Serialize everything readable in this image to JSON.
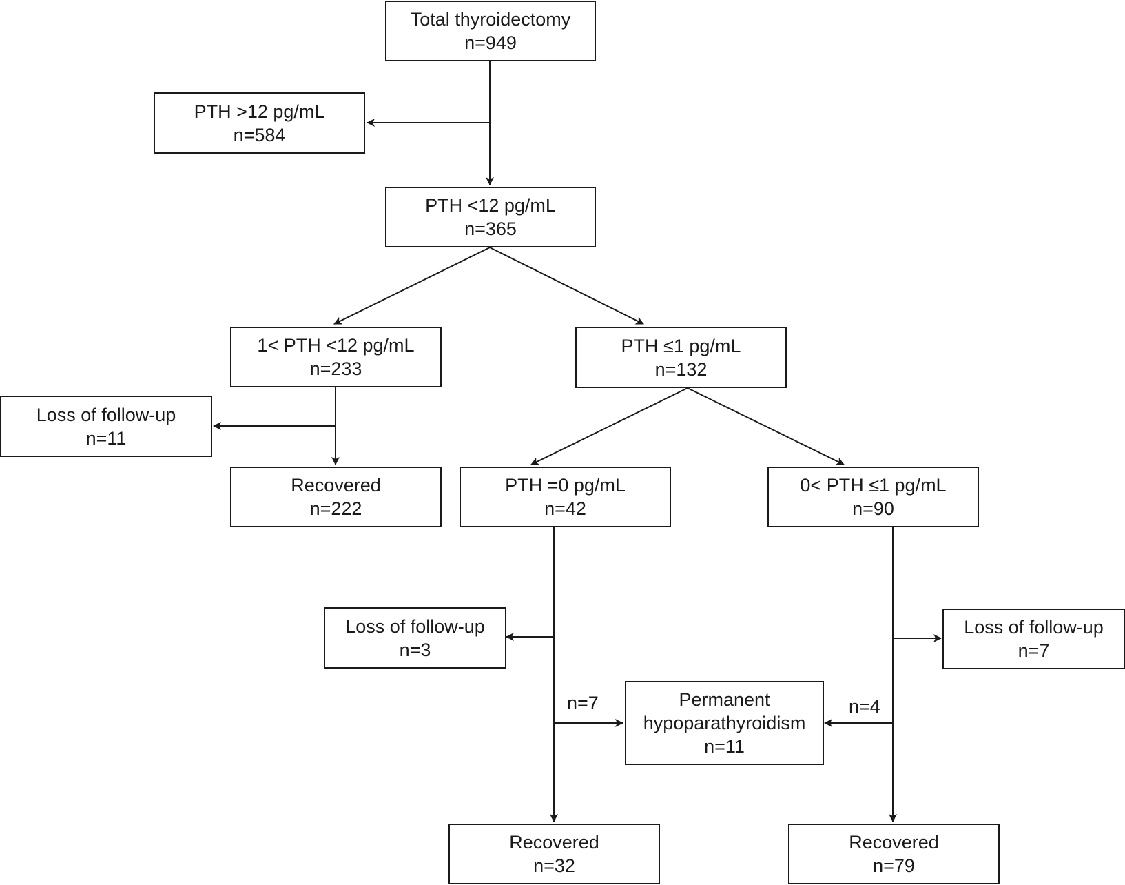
{
  "nodes": {
    "total": {
      "line1": "Total thyroidectomy",
      "line2": "n=949"
    },
    "pth_gt12": {
      "line1": "PTH >12 pg/mL",
      "line2": "n=584"
    },
    "pth_lt12": {
      "line1": "PTH <12 pg/mL",
      "line2": "n=365"
    },
    "pth_1_12": {
      "line1": "1< PTH <12 pg/mL",
      "line2": "n=233"
    },
    "pth_le1": {
      "line1": "PTH ≤1 pg/mL",
      "line2": "n=132"
    },
    "loss_a": {
      "line1": "Loss of follow-up",
      "line2": "n=11"
    },
    "recovered_a": {
      "line1": "Recovered",
      "line2": "n=222"
    },
    "pth_0": {
      "line1": "PTH =0 pg/mL",
      "line2": "n=42"
    },
    "pth_0_1": {
      "line1": "0< PTH ≤1 pg/mL",
      "line2": "n=90"
    },
    "loss_b": {
      "line1": "Loss of follow-up",
      "line2": "n=3"
    },
    "loss_c": {
      "line1": "Loss of follow-up",
      "line2": "n=7"
    },
    "permanent": {
      "line1": "Permanent",
      "line2": "hypoparathyroidism",
      "line3": "n=11"
    },
    "recovered_b": {
      "line1": "Recovered",
      "line2": "n=32"
    },
    "recovered_c": {
      "line1": "Recovered",
      "line2": "n=79"
    }
  },
  "edge_labels": {
    "pth0_to_permanent": "n=7",
    "pth01_to_permanent": "n=4"
  }
}
